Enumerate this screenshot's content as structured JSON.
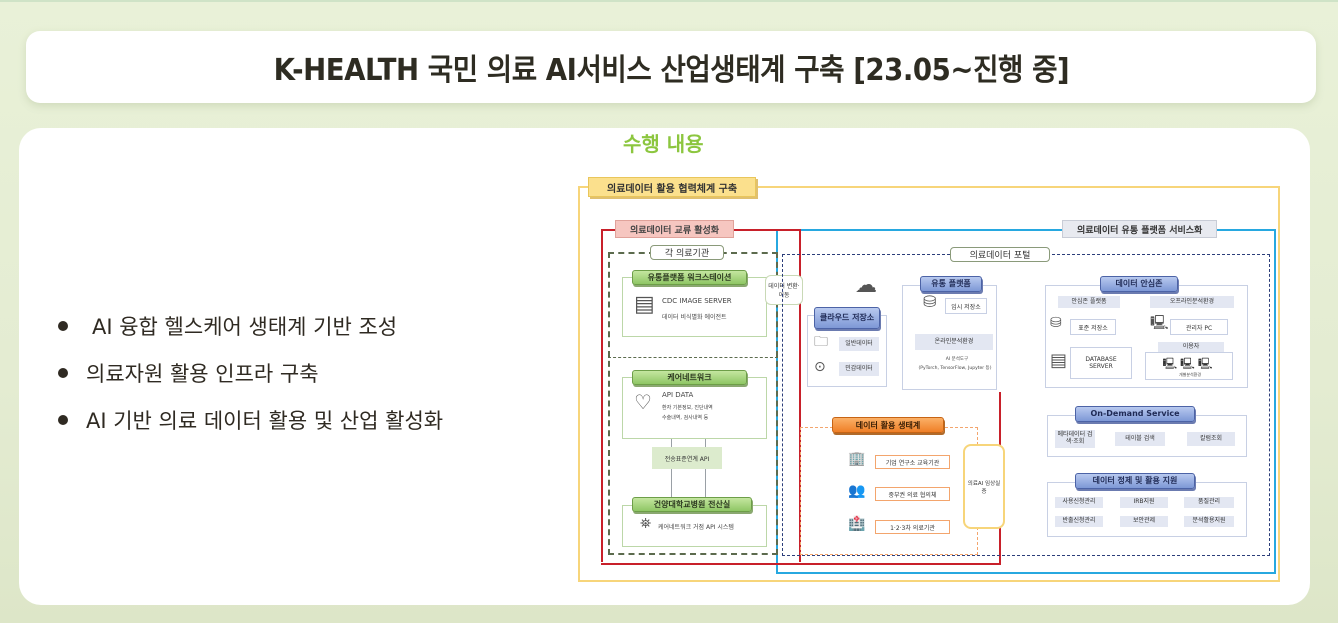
{
  "header": {
    "title": "K-HEALTH 국민 의료 AI서비스 산업생태계 구축 [23.05~진행 중]"
  },
  "section": {
    "label": "수행 내용"
  },
  "bullets": [
    "AI 융합 헬스케어 생태계 기반 조성",
    "의료자원 활용 인프라 구축",
    "AI 기반 의료 데이터 활용 및 산업 활성화"
  ],
  "diagram": {
    "outer_title": "의료데이터 활용 협력체계 구축",
    "left_group": {
      "title": "의료데이터 교류 활성화",
      "institution_label": "각 의료기관",
      "workstation": {
        "title": "유통플랫폼 워크스테이션",
        "line1": "CDC IMAGE SERVER",
        "line2": "데이터 비식별화 에이전트"
      },
      "data_transfer": "데이터 변환·이동",
      "carenetwork": {
        "title": "케어네트워크",
        "line1": "API DATA",
        "line2": "환자 기본정보, 진단내역",
        "line3": "수술내역, 검사내역 등"
      },
      "api_label": "전송표준연계 API",
      "hospital": {
        "title": "건양대학교병원 전산실",
        "line1": "케어네트워크 거점 API 시스템"
      }
    },
    "right_group": {
      "title": "의료데이터 유통 플랫폼 서비스화",
      "portal_label": "의료데이터 포털",
      "cloud": {
        "title": "클라우드 저장소",
        "items": [
          "일반데이터",
          "민감데이터"
        ]
      },
      "platform": {
        "title": "유통 플랫폼",
        "temp_storage": "임시 저장소",
        "online_env": "온라인분석환경",
        "tools_line1": "AI 분석도구",
        "tools_line2": "(PyTorch, TensorFlow, Jupyter 등)"
      },
      "safezone": {
        "title": "데이터 안심존",
        "platform_label": "안심존 플랫폼",
        "offline_label": "오프라인분석환경",
        "std_storage": "표준 저장소",
        "db_server_line1": "DATABASE",
        "db_server_line2": "SERVER",
        "admin_pc": "관리자 PC",
        "user_label": "이용자",
        "user_env": "개별분석환경"
      },
      "on_demand": {
        "title": "On-Demand Service",
        "items": [
          "메타데이터 검색·조회",
          "테이블 검색",
          "칼럼조회"
        ]
      },
      "support": {
        "title": "데이터 정제 및 활용 지원",
        "items": [
          "사용신청관리",
          "IRB지원",
          "품질관리",
          "반출신청관리",
          "보안관제",
          "분석활용지원"
        ]
      }
    },
    "ecosystem": {
      "title": "데이터 활용 생태계",
      "items": [
        "기업 연구소 교육기관",
        "중부권 의료 협의체",
        "1·2·3차 의료기관"
      ],
      "validation": "의료AI 임상실증"
    }
  },
  "colors": {
    "accent_green": "#8cc63f",
    "title_text": "#2e2c22",
    "frame_red": "#c8202a",
    "frame_blue": "#27a8e0",
    "frame_yellow": "#f7d57a"
  }
}
